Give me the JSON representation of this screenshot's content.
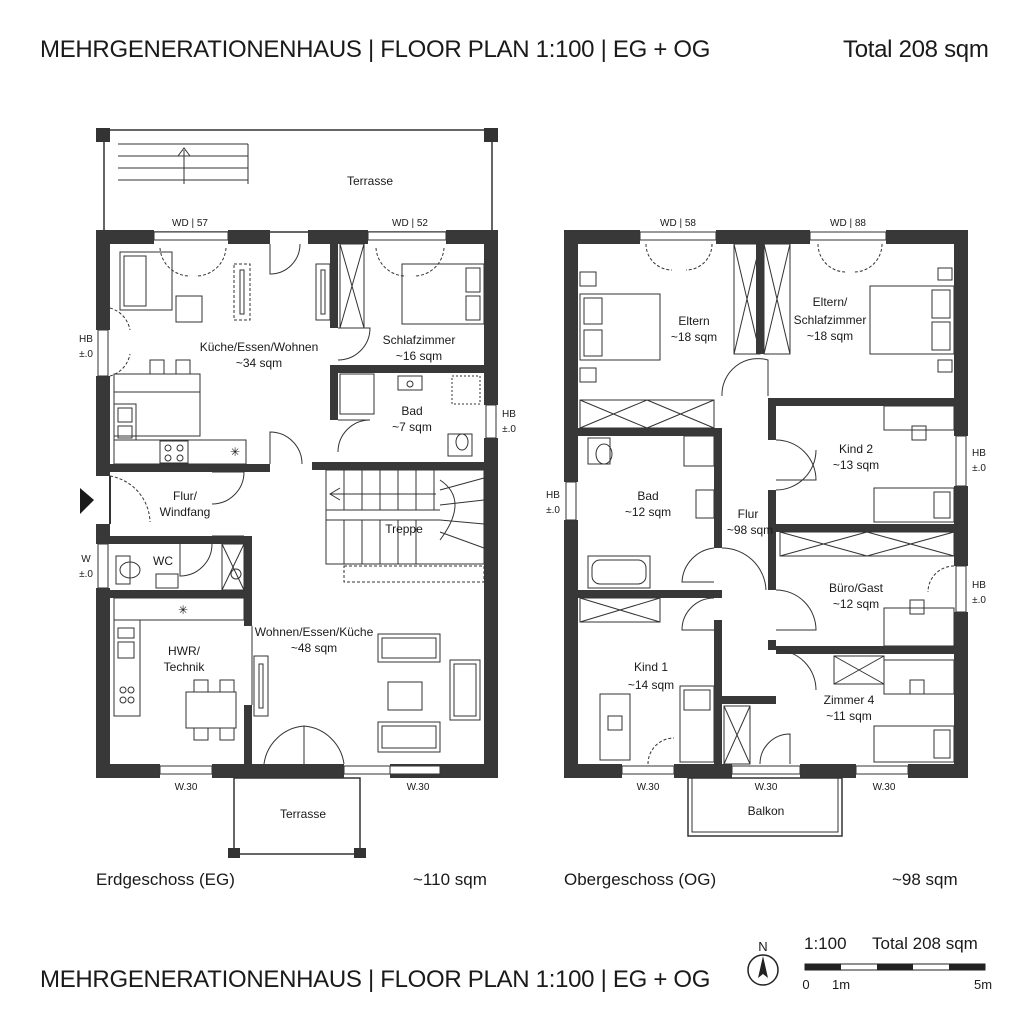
{
  "header": {
    "title": "MEHRGENERATIONENHAUS | FLOOR PLAN 1:100 | EG + OG",
    "total": "Total 208 sqm"
  },
  "footer": {
    "title": "MEHRGENERATIONENHAUS | FLOOR PLAN 1:100 | EG + OG",
    "scale": "1:100",
    "total": "Total 208 sqm",
    "north": "N",
    "scalebar_0": "0",
    "scalebar_1": "1m",
    "scalebar_5": "5m"
  },
  "eg": {
    "name": "Erdgeschoss (EG)",
    "area": "~110 sqm",
    "terrace_top": "Terrasse",
    "terrace_bottom": "Terrasse",
    "window_tl": "WD | 57",
    "window_tr": "WD | 52",
    "window_bl": "W.30",
    "window_br": "W.30",
    "hb_left": "HB",
    "hb_left_val": "±.0",
    "hb_right": "HB",
    "hb_right_val": "±.0",
    "w_left": "W",
    "w_left_val": "±.0",
    "kitchen_name": "Küche/Essen/Wohnen",
    "kitchen_area": "~34 sqm",
    "bedroom_name": "Schlafzimmer",
    "bedroom_area": "~16 sqm",
    "bath_name": "Bad",
    "bath_area": "~7 sqm",
    "hall_name_1": "Flur/",
    "hall_name_2": "Windfang",
    "stairs": "Treppe",
    "wc": "WC",
    "hwr_1": "HWR/",
    "hwr_2": "Technik",
    "living_name": "Wohnen/Essen/Küche",
    "living_area": "~48 sqm"
  },
  "og": {
    "name": "Obergeschoss (OG)",
    "area": "~98 sqm",
    "window_tl": "WD | 58",
    "window_tr": "WD | 88",
    "window_bl": "W.30",
    "window_bm": "W.30",
    "window_br": "W.30",
    "balcony": "Balkon",
    "hb_left": "HB",
    "hb_left_val": "±.0",
    "hb_r1": "HB",
    "hb_r1_val": "±.0",
    "hb_r2": "HB",
    "hb_r2_val": "±.0",
    "eltern_name": "Eltern",
    "eltern_area": "~18 sqm",
    "master_1": "Eltern/",
    "master_2": "Schlafzimmer",
    "master_area": "~18 sqm",
    "kind2_name": "Kind 2",
    "kind2_area": "~13 sqm",
    "bath_name": "Bad",
    "bath_area": "~12 sqm",
    "hall_name": "Flur",
    "hall_area": "~98 sqm",
    "buero_name": "Büro/Gast",
    "buero_area": "~12 sqm",
    "kind1_name": "Kind 1",
    "kind1_area": "~14 sqm",
    "zimmer4_name": "Zimmer 4",
    "zimmer4_area": "~11 sqm"
  }
}
